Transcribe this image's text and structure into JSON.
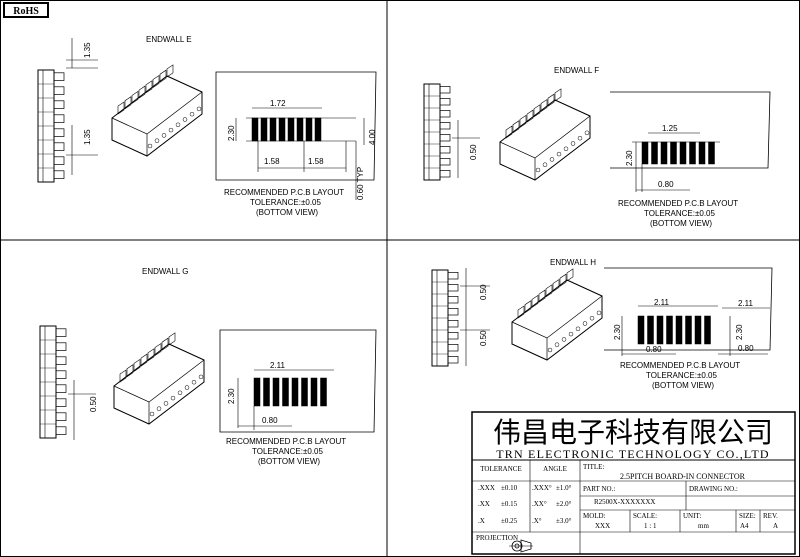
{
  "rohs_badge": "RoHS",
  "views": [
    {
      "title": "ENDWALL E",
      "side_dims": [
        "1.35",
        "1.35"
      ],
      "pad_width": "1.72",
      "pad_height": "2.30",
      "pitch_left": "1.58",
      "pitch_right": "1.58",
      "edge_height": "4.00",
      "typ": "0.60 TYP",
      "note1": "RECOMMENDED P.C.B LAYOUT",
      "note2": "TOLERANCE:±0.05",
      "note3": "(BOTTOM VIEW)"
    },
    {
      "title": "ENDWALL F",
      "side_dims": [
        "0.50"
      ],
      "pad_width": "1.25",
      "pad_height": "2.30",
      "offset": "0.80",
      "note1": "RECOMMENDED P.C.B LAYOUT",
      "note2": "TOLERANCE:±0.05",
      "note3": "(BOTTOM VIEW)"
    },
    {
      "title": "ENDWALL G",
      "side_dims": [
        "0.50"
      ],
      "pad_width": "2.11",
      "pad_height": "2.30",
      "offset": "0.80",
      "note1": "RECOMMENDED P.C.B LAYOUT",
      "note2": "TOLERANCE:±0.05",
      "note3": "(BOTTOM VIEW)"
    },
    {
      "title": "ENDWALL H",
      "side_dims": [
        "0.50",
        "0.50"
      ],
      "pad_width_left": "2.11",
      "pad_width_right": "2.11",
      "pad_height_left": "2.30",
      "pad_height_right": "2.30",
      "offset_left": "0.80",
      "offset_right": "0.80",
      "note1": "RECOMMENDED P.C.B LAYOUT",
      "note2": "TOLERANCE:±0.05",
      "note3": "(BOTTOM VIEW)"
    }
  ],
  "title_block": {
    "company_cn": "伟昌电子科技有限公司",
    "company_en": "TRN ELECTRONIC TECHNOLOGY CO.,LTD",
    "tolerance_header": "TOLERANCE",
    "angle_header": "ANGLE",
    "tolerance_rows": [
      {
        "fmt": ".XXX",
        "val": "±0.10"
      },
      {
        "fmt": ".XX",
        "val": "±0.15"
      },
      {
        "fmt": ".X",
        "val": "±0.25"
      }
    ],
    "angle_rows": [
      {
        "fmt": ".XXX°",
        "val": "±1.0°"
      },
      {
        "fmt": ".XX°",
        "val": "±2.0°"
      },
      {
        "fmt": ".X°",
        "val": "±3.0°"
      }
    ],
    "title_label": "TITLE:",
    "title_value": "2.5PITCH BOARD-IN CONNECTOR",
    "part_no_label": "PART NO.:",
    "part_no_value": "R2500X-XXXXXXX",
    "drawing_no_label": "DRAWING NO.:",
    "mold_label": "MOLD:",
    "mold_value": "XXX",
    "scale_label": "SCALE:",
    "scale_value": "1 : 1",
    "unit_label": "UNIT:",
    "unit_value": "mm",
    "size_label": "SIZE:",
    "size_value": "A4",
    "rev_label": "REV.",
    "rev_value": "A",
    "projection_label": "PROJECTION"
  },
  "colors": {
    "line": "#000000",
    "pad": "#000000",
    "background": "#ffffff"
  }
}
